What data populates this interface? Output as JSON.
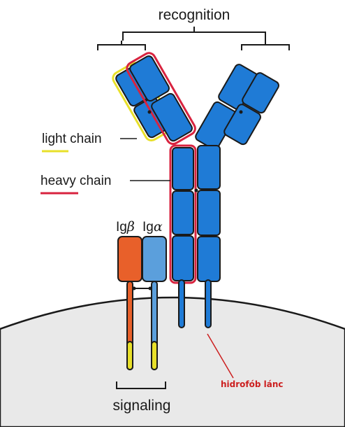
{
  "title": "recognition",
  "labels": {
    "light_chain": "light chain",
    "heavy_chain": "heavy chain",
    "ig_beta_prefix": "Ig",
    "ig_beta_symbol": "β",
    "ig_alpha_prefix": "Ig",
    "ig_alpha_symbol": "α",
    "signaling": "signaling",
    "hydrophobic": "hidrofób lánc"
  },
  "colors": {
    "domain_blue": "#1f7bd6",
    "outline": "#1a1a1a",
    "heavy_chain_highlight": "#d8233f",
    "light_chain_highlight": "#e8e02a",
    "ig_beta": "#e8602a",
    "ig_alpha": "#5b9fdc",
    "membrane": "#e9e9e9",
    "annotation_red": "#cc1f1f"
  }
}
